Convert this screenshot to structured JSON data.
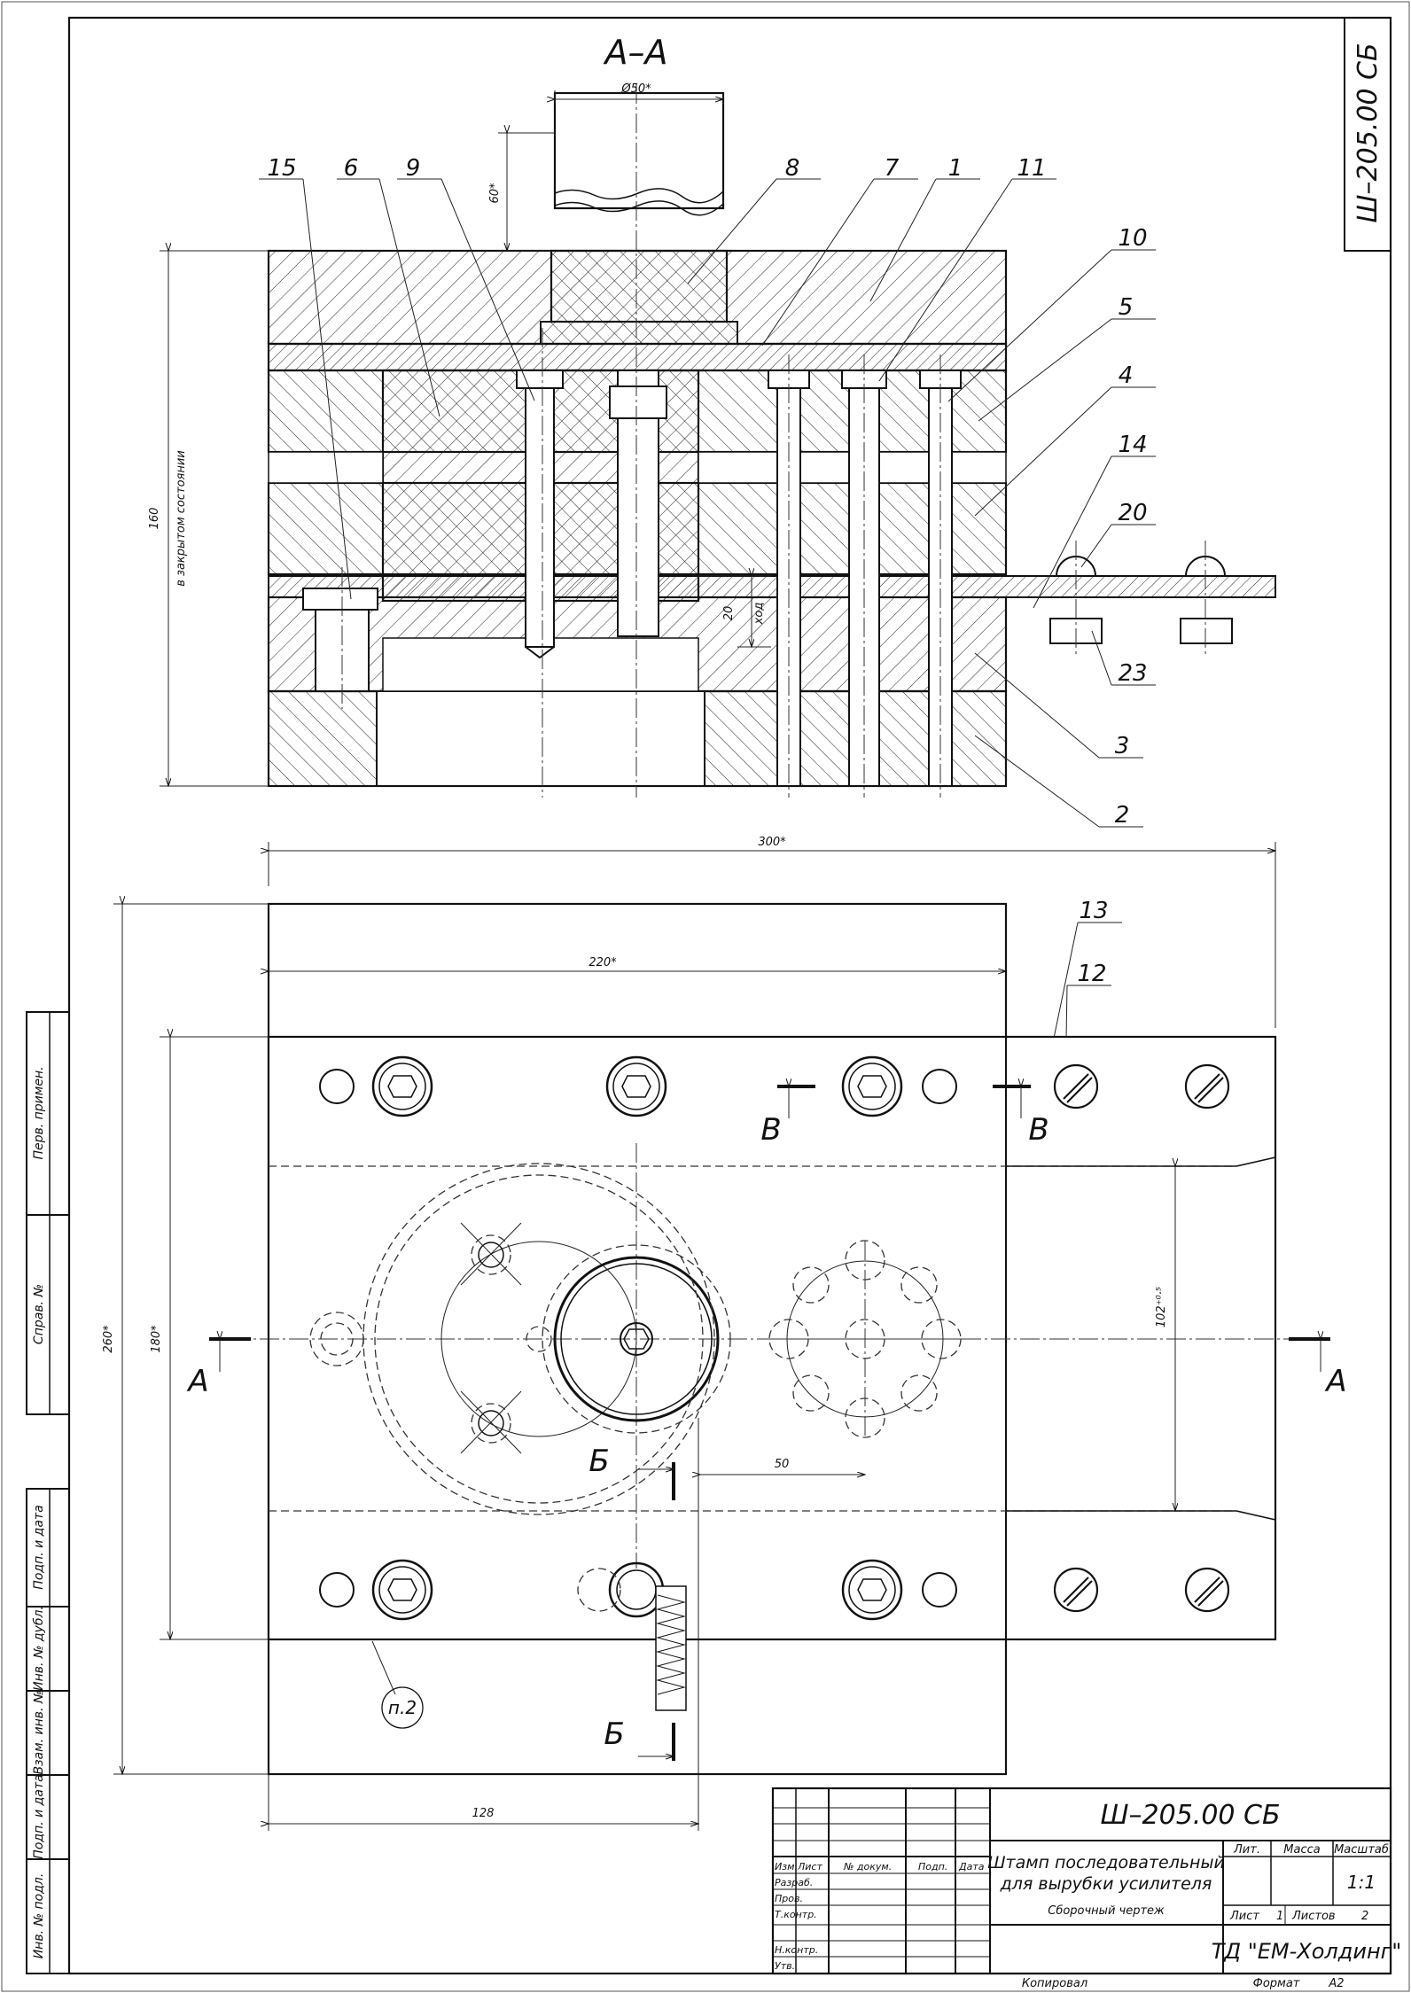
{
  "sheet": {
    "code": "Ш–205.00 СБ",
    "code_main": "Ш–205.00 СБ",
    "copied": "Копировал",
    "format_label": "Формат",
    "format_value": "А2"
  },
  "section_views": {
    "aa_title": "А–А",
    "note_closed": "в закрытом состоянии",
    "hod": "ход"
  },
  "dimensions": {
    "d50": "Ø50*",
    "h60": "60*",
    "h160": "160",
    "s20": "20",
    "w300": "300*",
    "w220": "220*",
    "h260": "260*",
    "h180": "180*",
    "h102": "102⁺⁰·⁵",
    "d50b": "50",
    "w128": "128"
  },
  "positions": [
    "15",
    "6",
    "9",
    "8",
    "7",
    "1",
    "11",
    "10",
    "5",
    "4",
    "14",
    "20",
    "23",
    "3",
    "2",
    "13",
    "12"
  ],
  "section_marks": {
    "a": "А",
    "b": "Б",
    "v": "В"
  },
  "note_ref": "п.2",
  "side_stamp": [
    "Перв. примен.",
    "Справ. №",
    "Подп. и дата",
    "Инв. № дубл.",
    "Взам. инв. №",
    "Подп. и дата",
    "Инв. № подл."
  ],
  "title_block": {
    "designation": "Ш–205.00 СБ",
    "name_line1": "Штамп последовательный",
    "name_line2": "для вырубки усилителя",
    "doc_type": "Сборочный чертеж",
    "col_izm": "Изм.",
    "col_list": "Лист",
    "col_doc": "№ докум.",
    "col_sign": "Подп.",
    "col_date": "Дата",
    "row_razrab": "Разраб.",
    "row_prov": "Пров.",
    "row_tkontr": "Т.контр.",
    "row_nkontr": "Н.контр.",
    "row_utv": "Утв.",
    "lit": "Лит.",
    "massa": "Масса",
    "masshtab": "Масштаб",
    "scale": "1:1",
    "sheet_label": "Лист",
    "sheet_num": "1",
    "sheets_label": "Листов",
    "sheets_num": "2",
    "org": "ТД \"ЕМ-Холдинг\""
  }
}
